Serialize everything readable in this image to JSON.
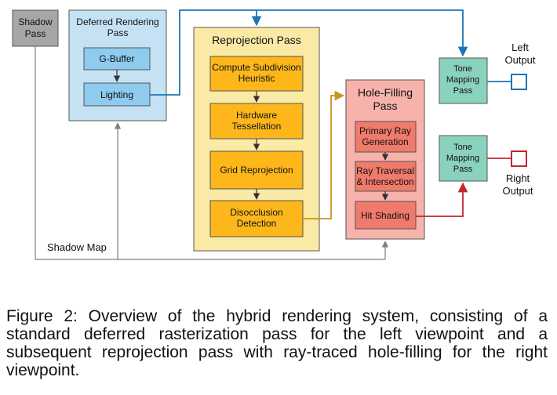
{
  "diagram": {
    "shadow_pass": [
      "Shadow",
      "Pass"
    ],
    "deferred": {
      "title": [
        "Deferred Rendering",
        "Pass"
      ],
      "gbuffer": "G-Buffer",
      "lighting": "Lighting"
    },
    "reprojection": {
      "title": "Reprojection Pass",
      "compute": [
        "Compute Subdivision",
        "Heuristic"
      ],
      "tessellation": [
        "Hardware",
        "Tessellation"
      ],
      "grid": "Grid Reprojection",
      "disocclusion": [
        "Disocclusion",
        "Detection"
      ]
    },
    "hole_filling": {
      "title": [
        "Hole-Filling",
        "Pass"
      ],
      "primary_ray": [
        "Primary Ray",
        "Generation"
      ],
      "ray_traversal": [
        "Ray Traversal",
        "& Intersection"
      ],
      "hit_shading": "Hit Shading"
    },
    "tone_left": [
      "Tone",
      "Mapping",
      "Pass"
    ],
    "tone_right": [
      "Tone",
      "Mapping",
      "Pass"
    ],
    "left_output": [
      "Left",
      "Output"
    ],
    "right_output": [
      "Right",
      "Output"
    ],
    "shadow_map": "Shadow Map",
    "colors": {
      "gray_box": "#a6a6a6",
      "blue_box": "#c5e2f4",
      "blue_inner": "#8ecbef",
      "yellow_box": "#fbeaa5",
      "orange_box": "#fdb71b",
      "pink_box": "#f6b2ab",
      "red_box": "#f07a6b",
      "teal_box": "#8ad2bd",
      "blue_line": "#1a74b7",
      "gold_line": "#c9951c",
      "red_line": "#c1272d",
      "gray_line": "#7f7f7f"
    }
  },
  "caption": "Figure 2: Overview of the hybrid rendering system, consisting of a standard deferred rasterization pass for the left viewpoint and a subsequent reprojection pass with ray-traced hole-filling for the right viewpoint."
}
